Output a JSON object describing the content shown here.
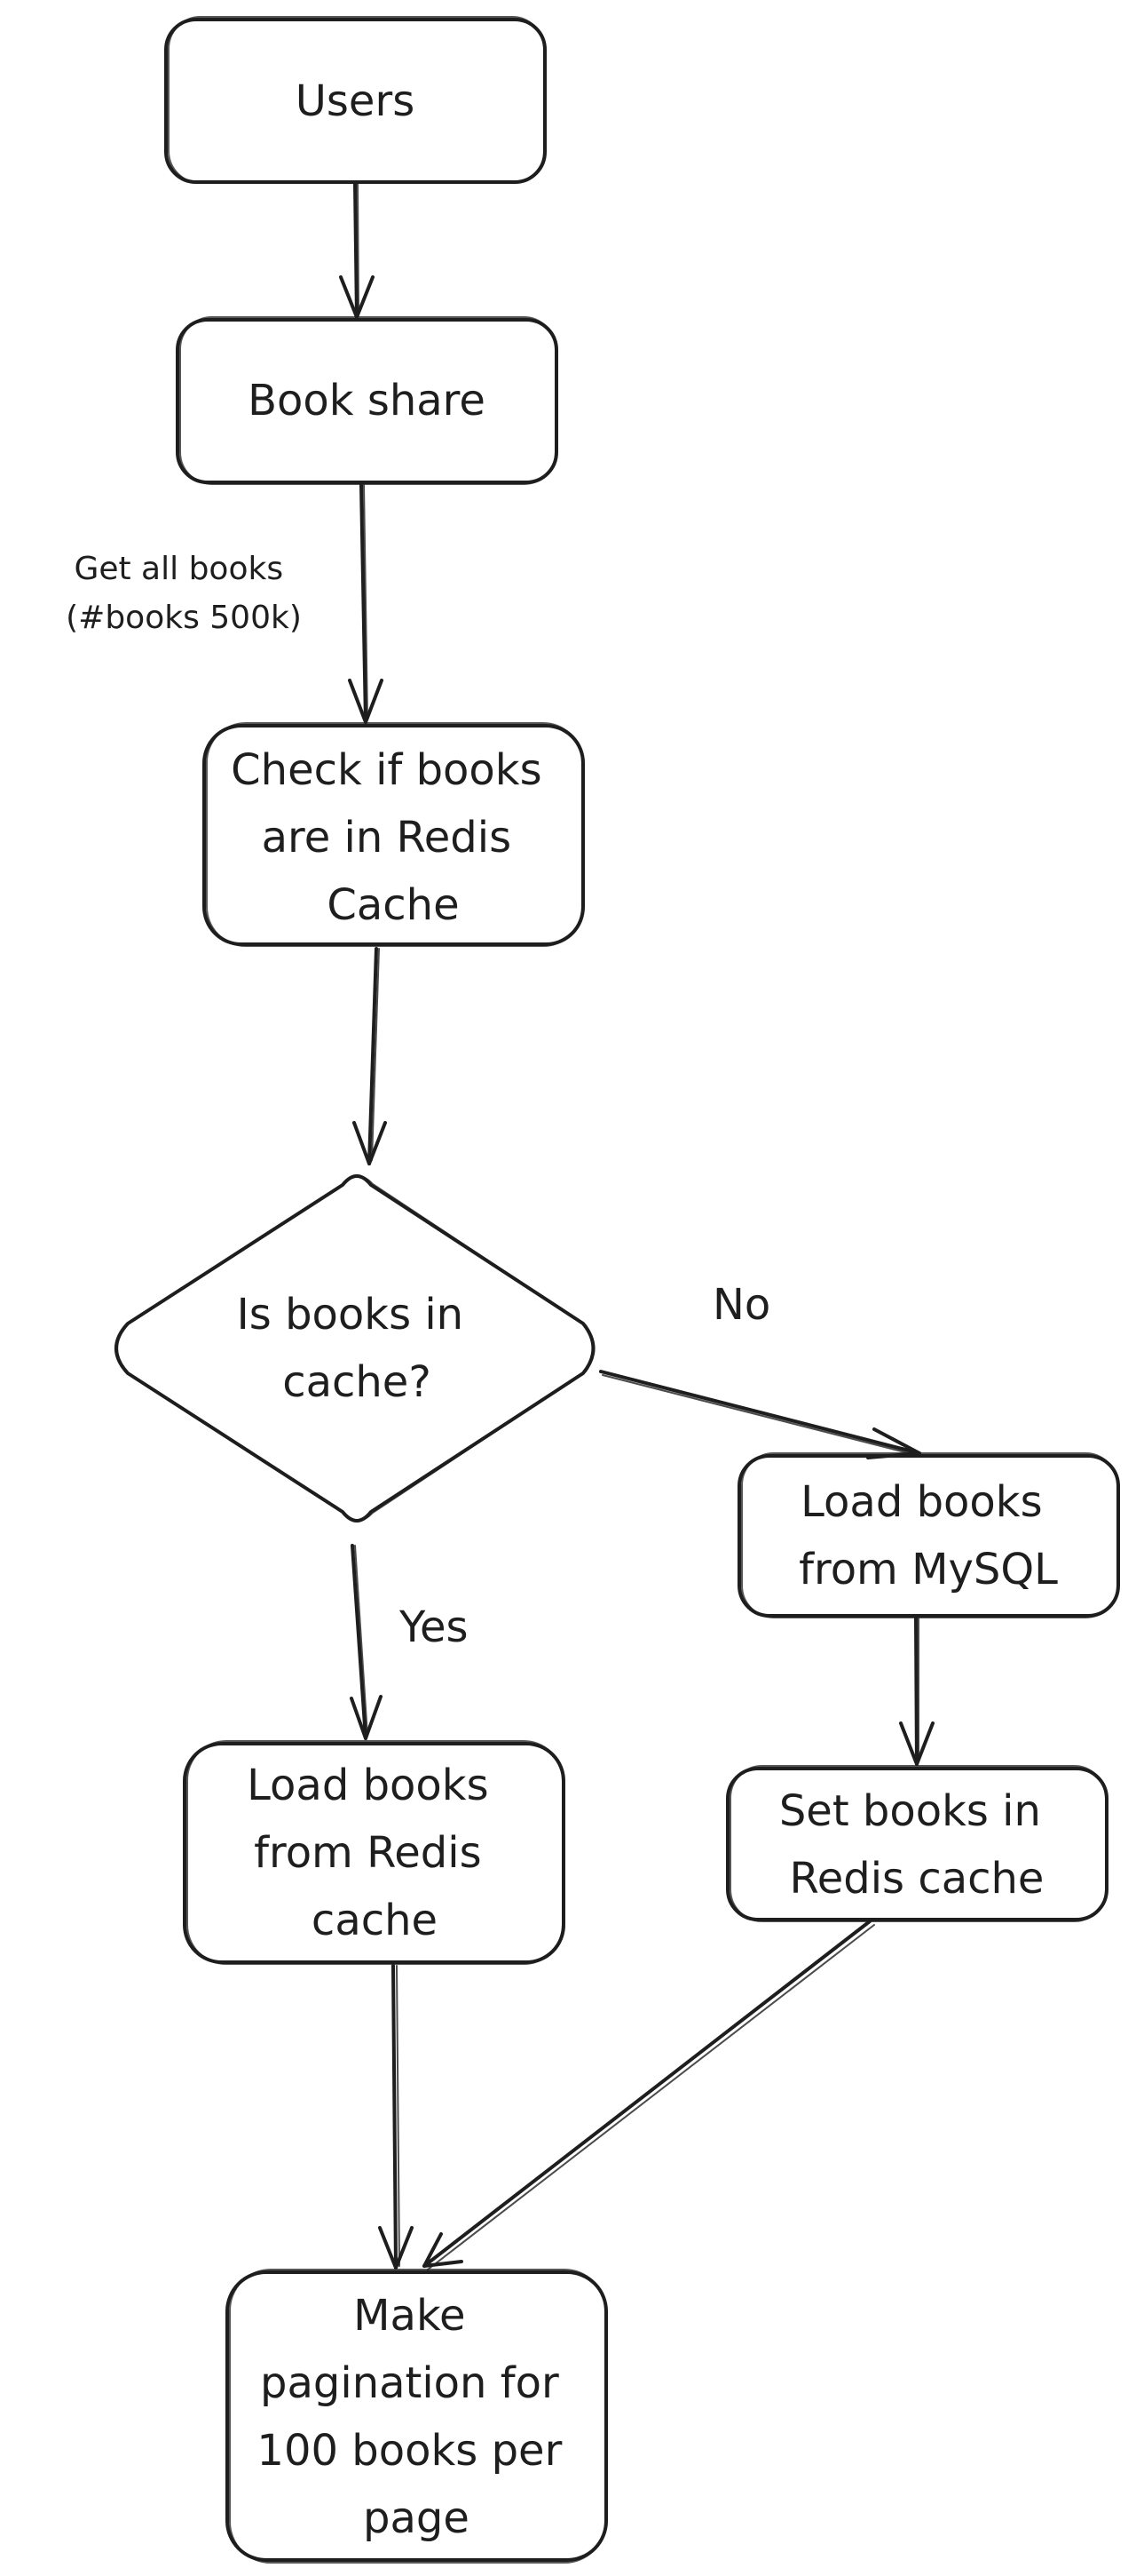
{
  "nodes": {
    "users": {
      "label": "Users"
    },
    "book_share": {
      "label": "Book share"
    },
    "check_redis": {
      "lines": [
        "Check if books",
        "are in Redis",
        "Cache"
      ]
    },
    "is_in_cache": {
      "lines": [
        "Is books in",
        "cache?"
      ]
    },
    "load_mysql": {
      "lines": [
        "Load books",
        "from MySQL"
      ]
    },
    "set_redis": {
      "lines": [
        "Set books in",
        "Redis cache"
      ]
    },
    "load_redis": {
      "lines": [
        "Load books",
        "from Redis",
        "cache"
      ]
    },
    "paginate": {
      "lines": [
        "Make",
        "pagination for",
        "100 books per",
        "page"
      ]
    }
  },
  "edge_labels": {
    "get_all_books": [
      "Get all books",
      "(#books 500k)"
    ],
    "no": "No",
    "yes": "Yes"
  },
  "colors": {
    "stroke": "#1e1e1e",
    "background": "#ffffff"
  }
}
